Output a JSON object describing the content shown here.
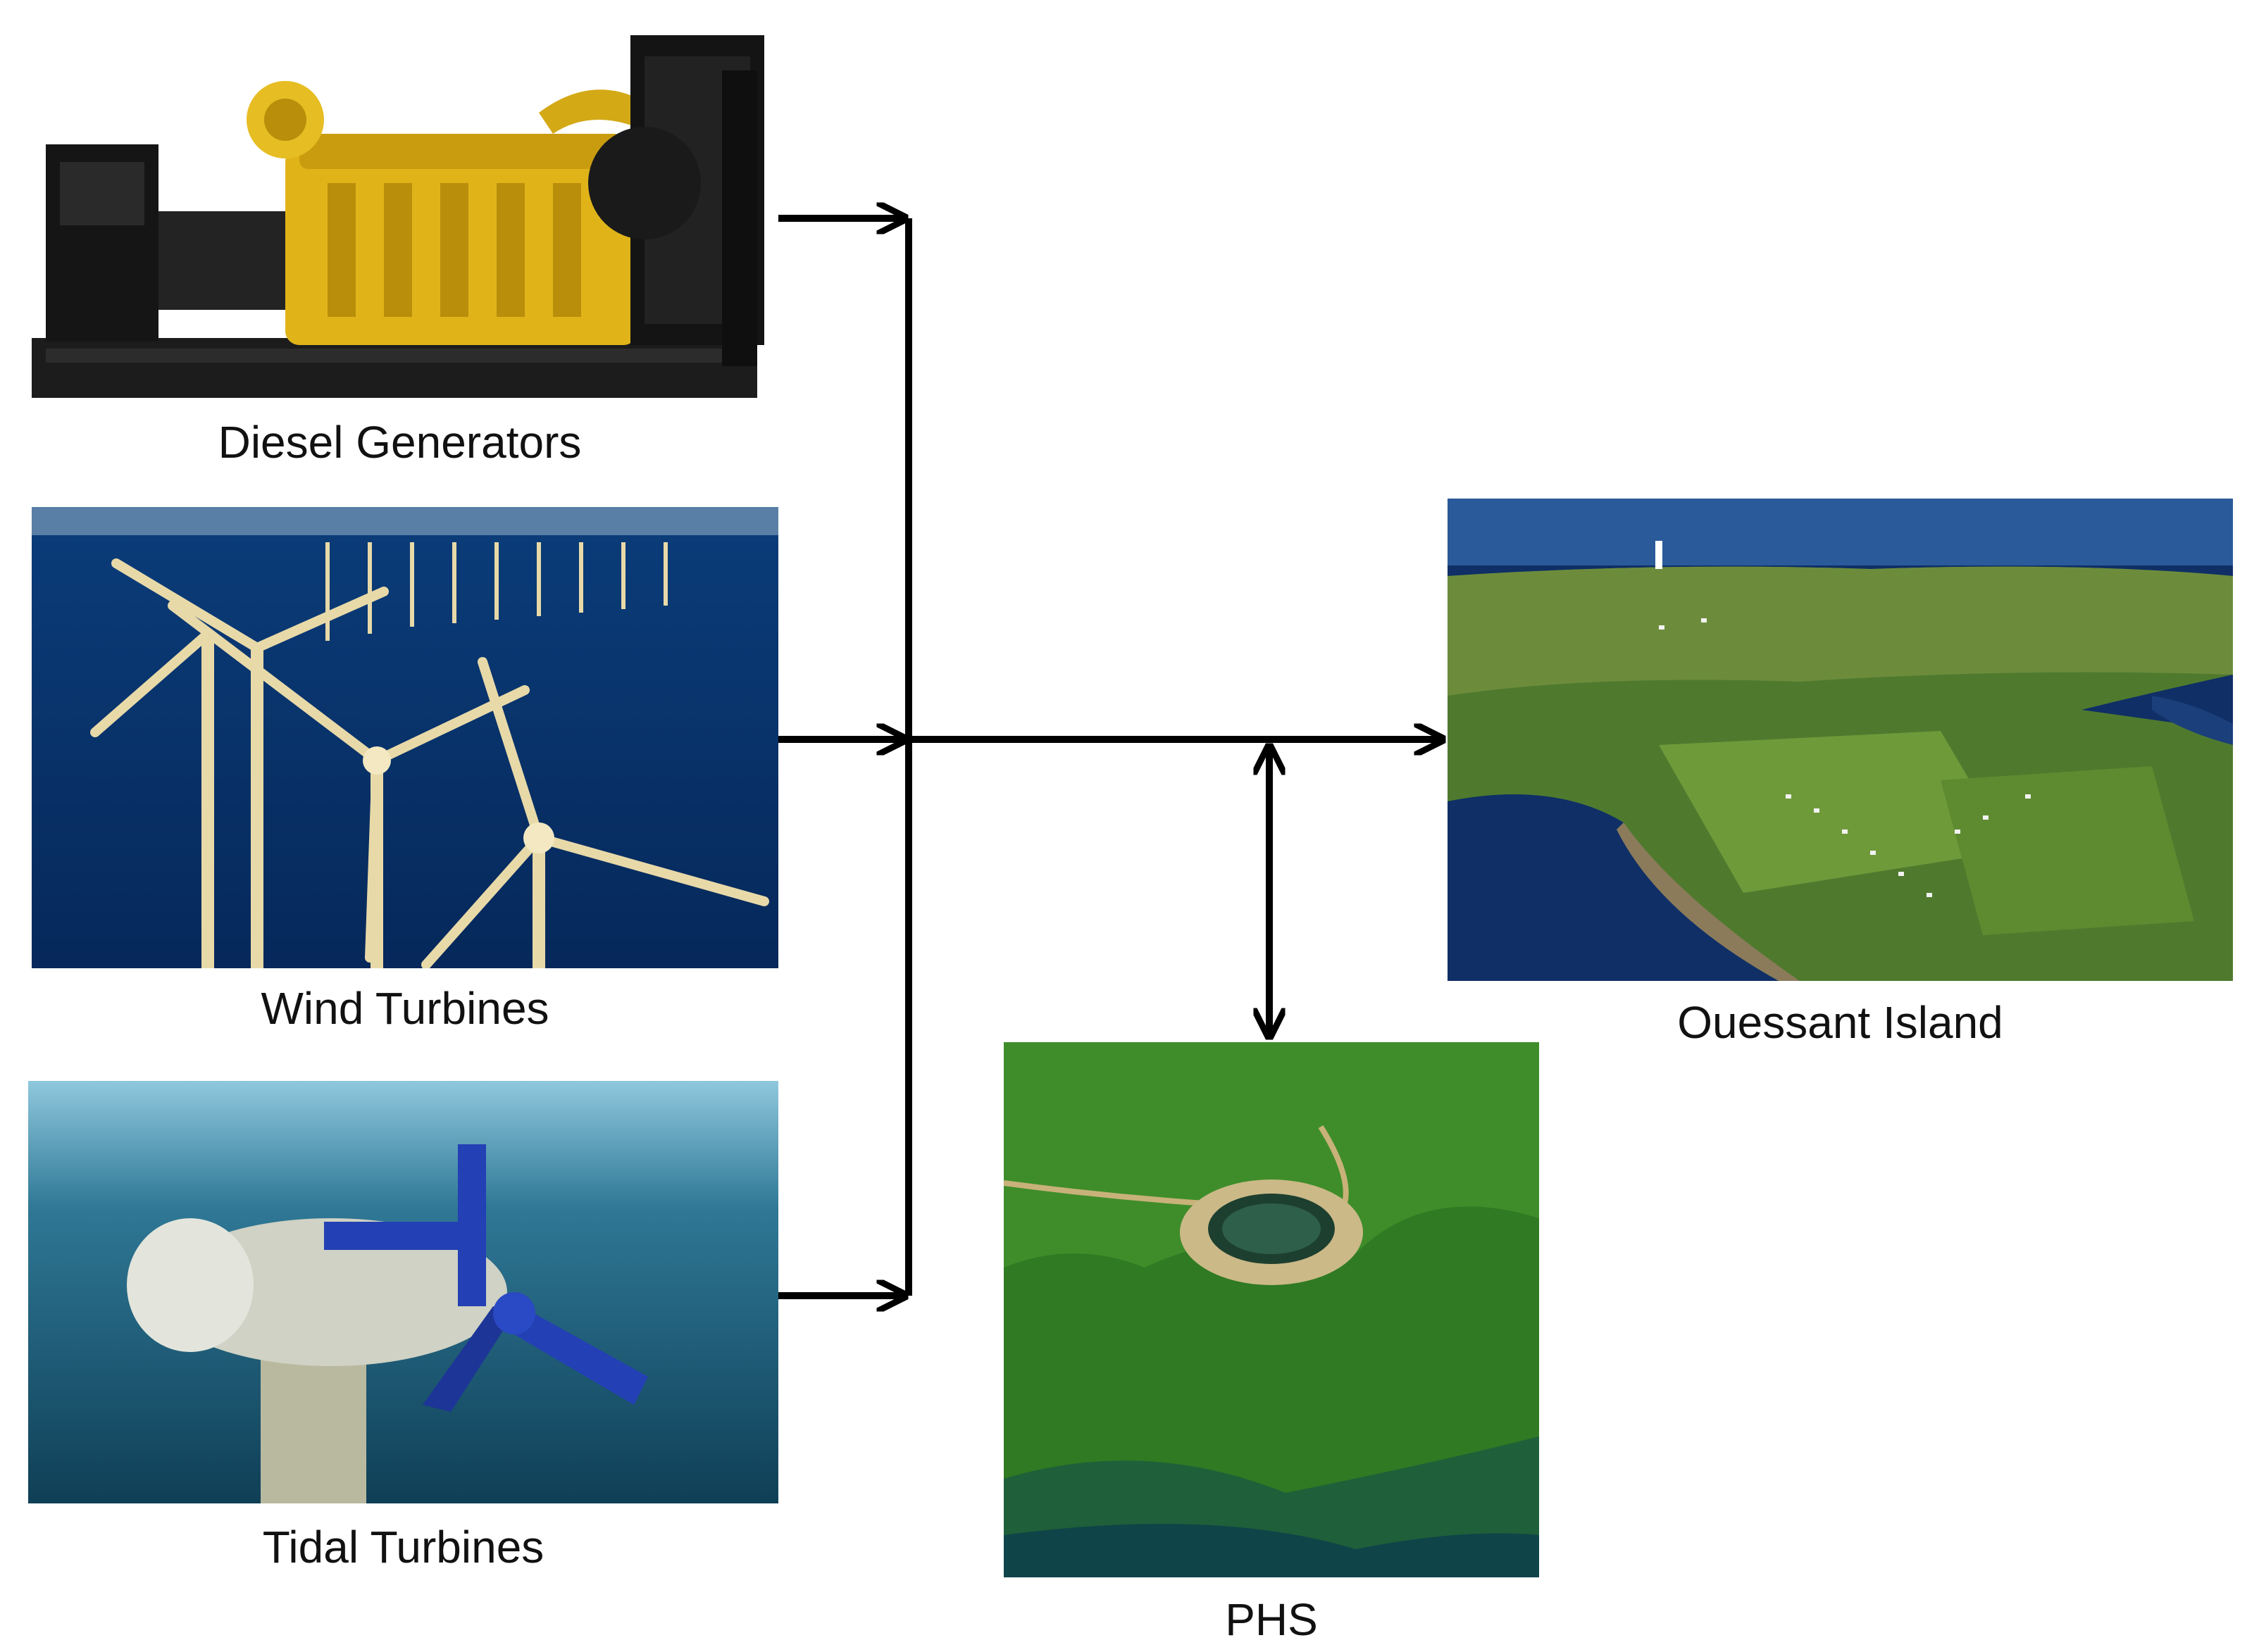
{
  "nodes": {
    "diesel": {
      "label": "Diesel Generators",
      "image_icon": "diesel-generator-photo"
    },
    "wind": {
      "label": "Wind Turbines",
      "image_icon": "offshore-wind-farm-photo"
    },
    "tidal": {
      "label": "Tidal Turbines",
      "image_icon": "underwater-tidal-turbine-photo"
    },
    "phs": {
      "label": "PHS",
      "image_icon": "pumped-hydro-reservoir-aerial-photo"
    },
    "island": {
      "label": "Ouessant Island",
      "image_icon": "island-aerial-photo"
    }
  },
  "edges": [
    {
      "from": "Diesel Generators",
      "to": "bus",
      "direction": "one-way"
    },
    {
      "from": "Wind Turbines",
      "to": "bus",
      "direction": "one-way"
    },
    {
      "from": "Tidal Turbines",
      "to": "bus",
      "direction": "one-way"
    },
    {
      "from": "bus",
      "to": "Ouessant Island",
      "direction": "one-way"
    },
    {
      "from": "bus",
      "to": "PHS",
      "direction": "two-way"
    }
  ],
  "colors": {
    "line": "#000000",
    "sea": "#0b3d7a",
    "vegetation": "#2f7a22",
    "engine_yellow": "#e0b419",
    "turbine_blade": "#e8d9a8",
    "turbine_blue": "#2340b5"
  }
}
